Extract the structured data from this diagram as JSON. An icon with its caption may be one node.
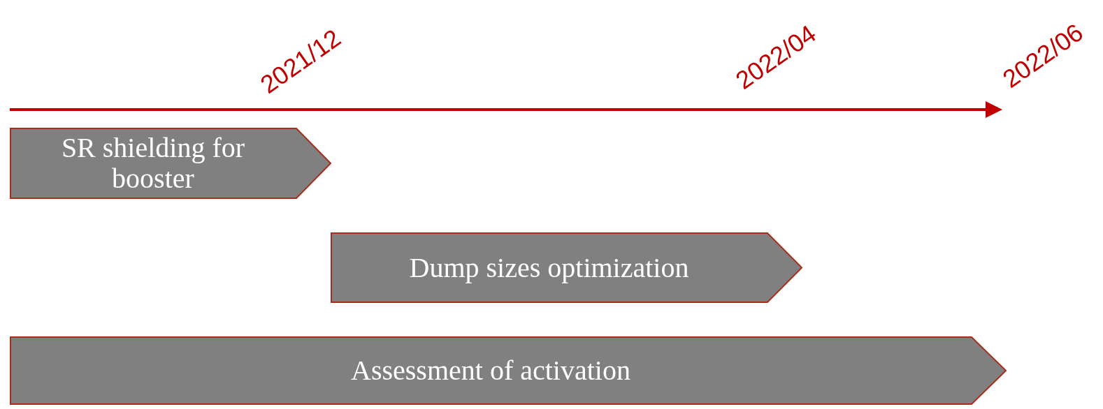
{
  "diagram": {
    "nodes": [
      {
        "text": [
          "SR shielding for booster"
        ]
      },
      {
        "text": [
          "Dump sizes optimization"
        ]
      },
      {
        "text": [
          "Assessment of activation"
        ]
      }
    ],
    "labels": [
      "2021/12",
      "2022/04",
      "2022/06"
    ]
  }
}
